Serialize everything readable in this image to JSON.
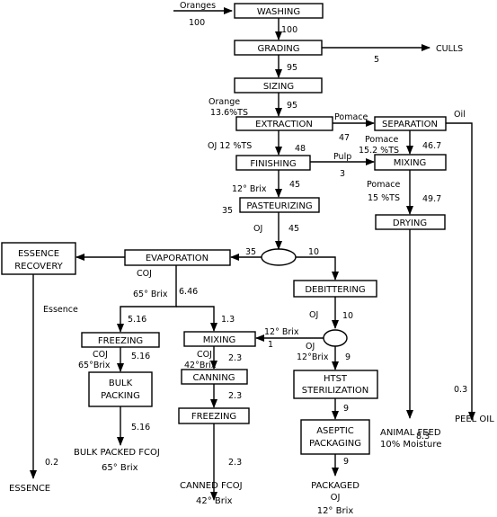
{
  "process": {
    "washing": "WASHING",
    "grading": "GRADING",
    "sizing": "SIZING",
    "extraction": "EXTRACTION",
    "separation": "SEPARATION",
    "finishing": "FINISHING",
    "mixing_pulp": "MIXING",
    "pasteurizing": "PASTEURIZING",
    "drying": "DRYING",
    "evaporation": "EVAPORATION",
    "essence_recovery_l1": "ESSENCE",
    "essence_recovery_l2": "RECOVERY",
    "debittering": "DEBITTERING",
    "freezing_1": "FREEZING",
    "mixing_coj": "MIXING",
    "bulk_packing_l1": "BULK",
    "bulk_packing_l2": "PACKING",
    "canning": "CANNING",
    "freezing_2": "FREEZING",
    "htst_l1": "HTST",
    "htst_l2": "STERILIZATION",
    "aseptic_l1": "ASEPTIC",
    "aseptic_l2": "PACKAGING"
  },
  "labels": {
    "oranges": "Oranges",
    "oranges_flow": "100",
    "washing_out": "100",
    "culls": "CULLS",
    "culls_flow": "5",
    "grading_out": "95",
    "sizing_out": "95",
    "orange_l1": "Orange",
    "orange_l2": "13.6%TS",
    "pomace": "Pomace",
    "pomace_flow": "47",
    "oil": "Oil",
    "oj_12ts": "OJ 12 %TS",
    "extraction_oj": "48",
    "pomace_152_l1": "Pomace",
    "pomace_152_l2": "15.2 %TS",
    "sep_out": "46.7",
    "pulp": "Pulp",
    "pulp_flow": "3",
    "brix_12": "12° Brix",
    "finishing_out": "45",
    "pomace_15_l1": "Pomace",
    "pomace_15_l2": "15 %TS",
    "mix_out": "49.7",
    "pasteur_in_35": "35",
    "oj": "OJ",
    "pasteur_out": "45",
    "split_35": "35",
    "split_10": "10",
    "coj": "COJ",
    "brix_65": "65° Brix",
    "evap_out": "6.46",
    "essence": "Essence",
    "f1_in": "5.16",
    "mix_in_13": "1.3",
    "brix12_branch": "12° Brix",
    "flow_1": "1",
    "debit_oj": "OJ",
    "debit_out": "10",
    "coj_f": "COJ",
    "brix_65_f": "65°Brix",
    "f1_out": "5.16",
    "coj_m": "COJ",
    "brix_42_m": "42°Brix",
    "mix_out_23": "2.3",
    "junction_oj": "OJ",
    "junction_brix": "12°Brix",
    "j_out": "9",
    "canning_out": "2.3",
    "bulk_out": "5.16",
    "htst_out": "9",
    "aseptic_out": "9",
    "freezing2_out": "2.3",
    "peel_oil_flow": "0.3",
    "peel_oil": "PEEL OIL",
    "animal_feed_flow": "8.3",
    "animal_feed": "ANIMAL FEED",
    "animal_feed_moist": "10% Moisture",
    "essence_flow": "0.2",
    "essence_out": "ESSENCE",
    "bulk_fcoj": "BULK PACKED FCOJ",
    "bulk_fcoj_brix": "65° Brix",
    "canned_fcoj": "CANNED FCOJ",
    "canned_fcoj_brix": "42° Brix",
    "packaged": "PACKAGED",
    "packaged_oj": "OJ",
    "packaged_brix": "12° Brix"
  }
}
